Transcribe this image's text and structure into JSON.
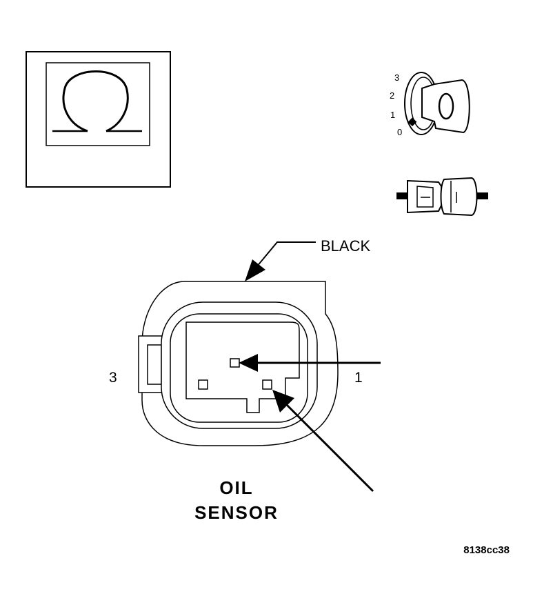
{
  "meter_icon": {
    "symbol": "ohm-icon"
  },
  "ignition_icon": {
    "positions": [
      "3",
      "2",
      "1",
      "0"
    ],
    "key_label": "O"
  },
  "connector_icon": {
    "label": "disconnected-connector-icon"
  },
  "connector": {
    "color_label": "BLACK",
    "pin_left": "3",
    "pin_right": "1"
  },
  "caption": {
    "line1": "OIL",
    "line2": "SENSOR"
  },
  "figure_id": "8138cc38",
  "colors": {
    "ink": "#000000",
    "paper": "#ffffff"
  }
}
